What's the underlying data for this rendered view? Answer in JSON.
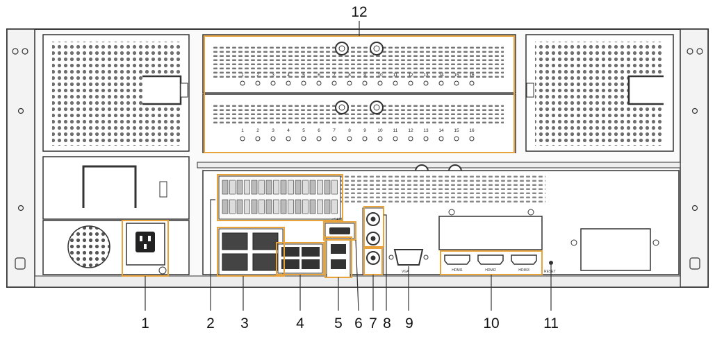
{
  "callouts": [
    {
      "id": "1",
      "label": "1"
    },
    {
      "id": "2",
      "label": "2"
    },
    {
      "id": "3",
      "label": "3"
    },
    {
      "id": "4",
      "label": "4"
    },
    {
      "id": "5",
      "label": "5"
    },
    {
      "id": "6",
      "label": "6"
    },
    {
      "id": "7",
      "label": "7"
    },
    {
      "id": "8",
      "label": "8"
    },
    {
      "id": "9",
      "label": "9"
    },
    {
      "id": "10",
      "label": "10"
    },
    {
      "id": "11",
      "label": "11"
    },
    {
      "id": "12",
      "label": "12"
    }
  ],
  "bay_numbers": [
    "1",
    "2",
    "3",
    "4",
    "5",
    "6",
    "7",
    "8",
    "9",
    "10",
    "11",
    "12",
    "13",
    "14",
    "15",
    "16"
  ],
  "port_labels": {
    "vga": "VGA",
    "hdmi": [
      "HDMI1",
      "HDMI2",
      "HDMI3"
    ],
    "reset": "RESET",
    "esata": "eSATA"
  },
  "colors": {
    "highlight": "#e8a33a",
    "line": "#333333",
    "callout_text": "#111111"
  }
}
